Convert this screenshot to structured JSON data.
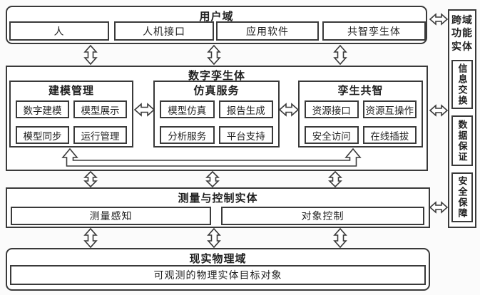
{
  "user_domain": {
    "title": "用户域",
    "items": [
      "人",
      "人机接口",
      "应用软件",
      "共智孪生体"
    ]
  },
  "digital_twin": {
    "title": "数字孪生体",
    "groups": [
      {
        "title": "建模管理",
        "items": [
          "数字建模",
          "模型展示",
          "模型同步",
          "运行管理"
        ]
      },
      {
        "title": "仿真服务",
        "items": [
          "模型仿真",
          "报告生成",
          "分析服务",
          "平台支持"
        ]
      },
      {
        "title": "孪生共智",
        "items": [
          "资源接口",
          "资源互操作",
          "安全访问",
          "在线插拔"
        ]
      }
    ]
  },
  "measurement_control": {
    "title": "测量与控制实体",
    "items": [
      "测量感知",
      "对象控制"
    ]
  },
  "physical_domain": {
    "title": "现实物理域",
    "items": [
      "可观测的物理实体目标对象"
    ]
  },
  "cross_domain": {
    "title": "跨域功能实体",
    "items": [
      "信息交换",
      "数据保证",
      "安全保障"
    ]
  },
  "colors": {
    "line": "#3a3a3a",
    "background": "#fbfbfb",
    "box_fill": "#ffffff",
    "text": "#1f1f1f"
  }
}
